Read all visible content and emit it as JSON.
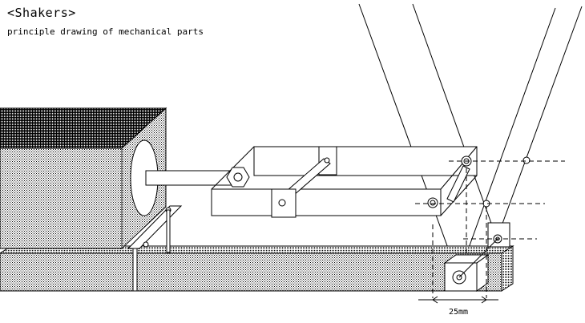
{
  "title": "<Shakers>",
  "subtitle": "principle drawing of mechanical parts",
  "dimension_label": "25mm"
}
